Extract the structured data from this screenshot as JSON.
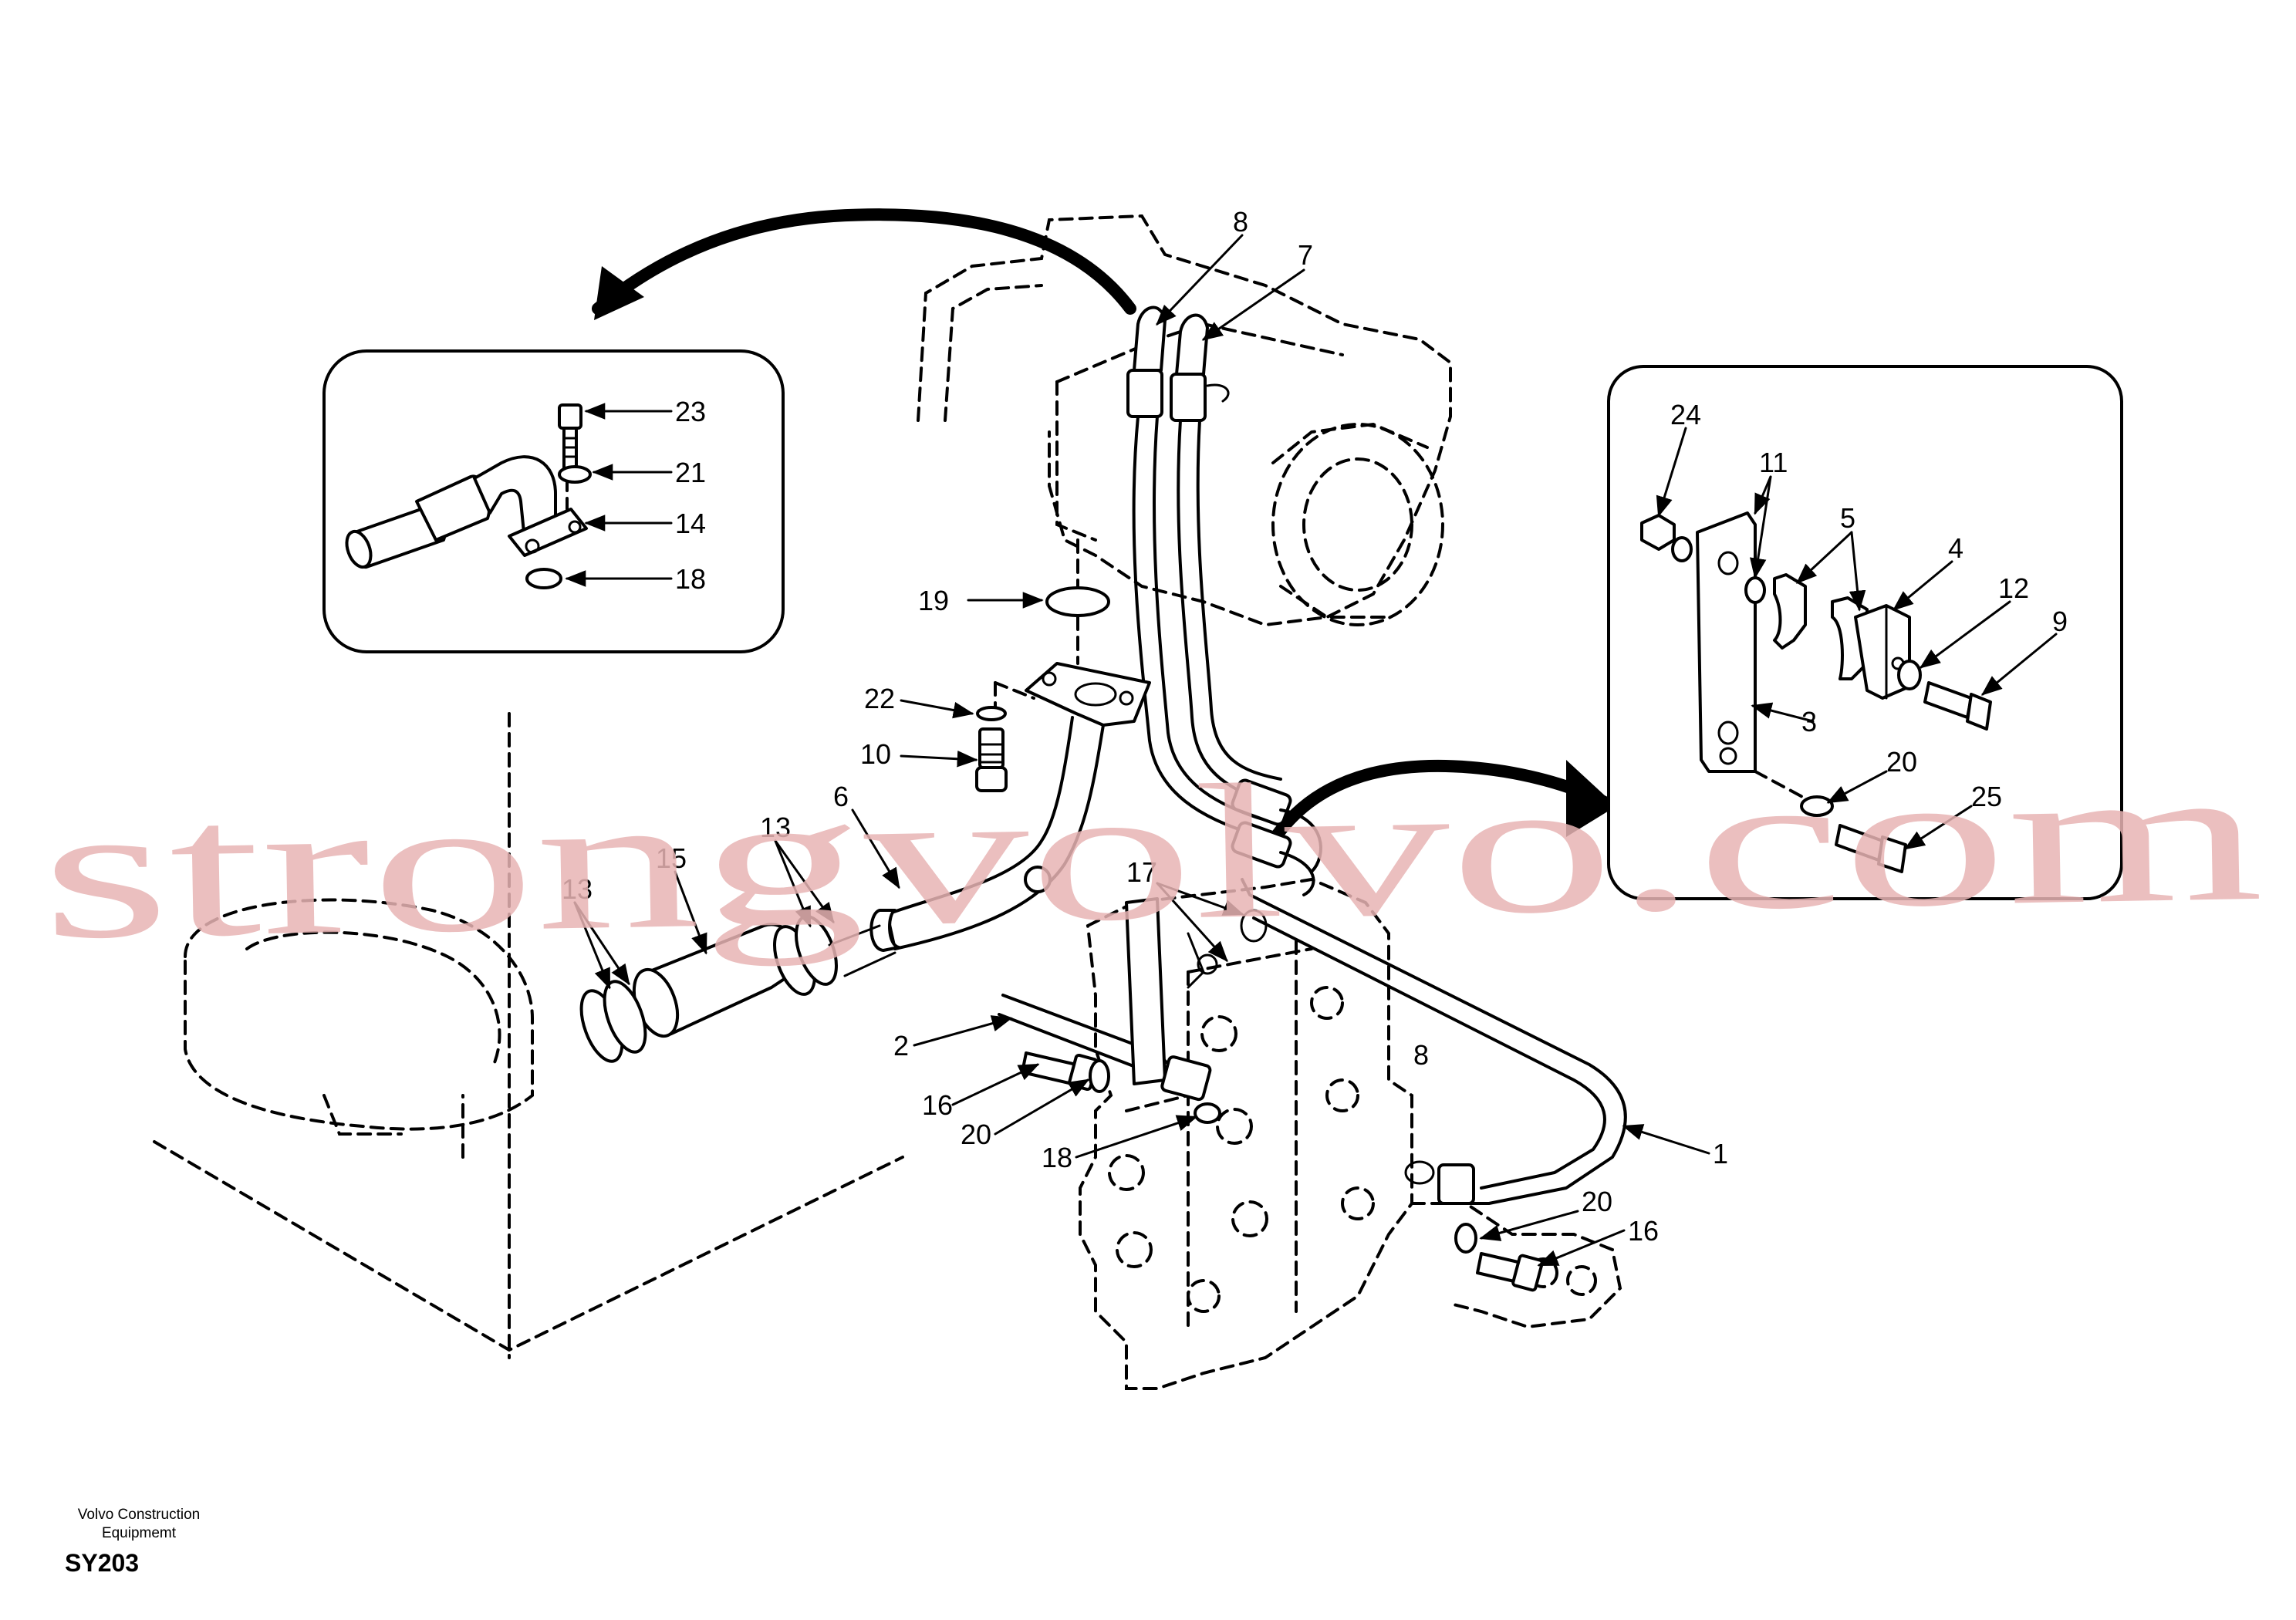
{
  "watermark": "strongvolvo.com",
  "footer": {
    "maker_line1": "Volvo Construction",
    "maker_line2": "Equipmemt",
    "code": "SY203"
  },
  "detail_left": {
    "labels": [
      "23",
      "21",
      "14",
      "18"
    ]
  },
  "detail_right": {
    "labels": [
      "24",
      "11",
      "5",
      "4",
      "12",
      "9",
      "3",
      "20",
      "25"
    ]
  },
  "callouts": {
    "c8_top": "8",
    "c7_top": "7",
    "c19": "19",
    "c22": "22",
    "c10": "10",
    "c6": "6",
    "c13_a": "13",
    "c15": "15",
    "c13_b": "13",
    "c17": "17",
    "c2": "2",
    "c16_a": "16",
    "c20_a": "20",
    "c18": "18",
    "c8_mid": "8",
    "c1": "1",
    "c20_b": "20",
    "c16_b": "16"
  }
}
